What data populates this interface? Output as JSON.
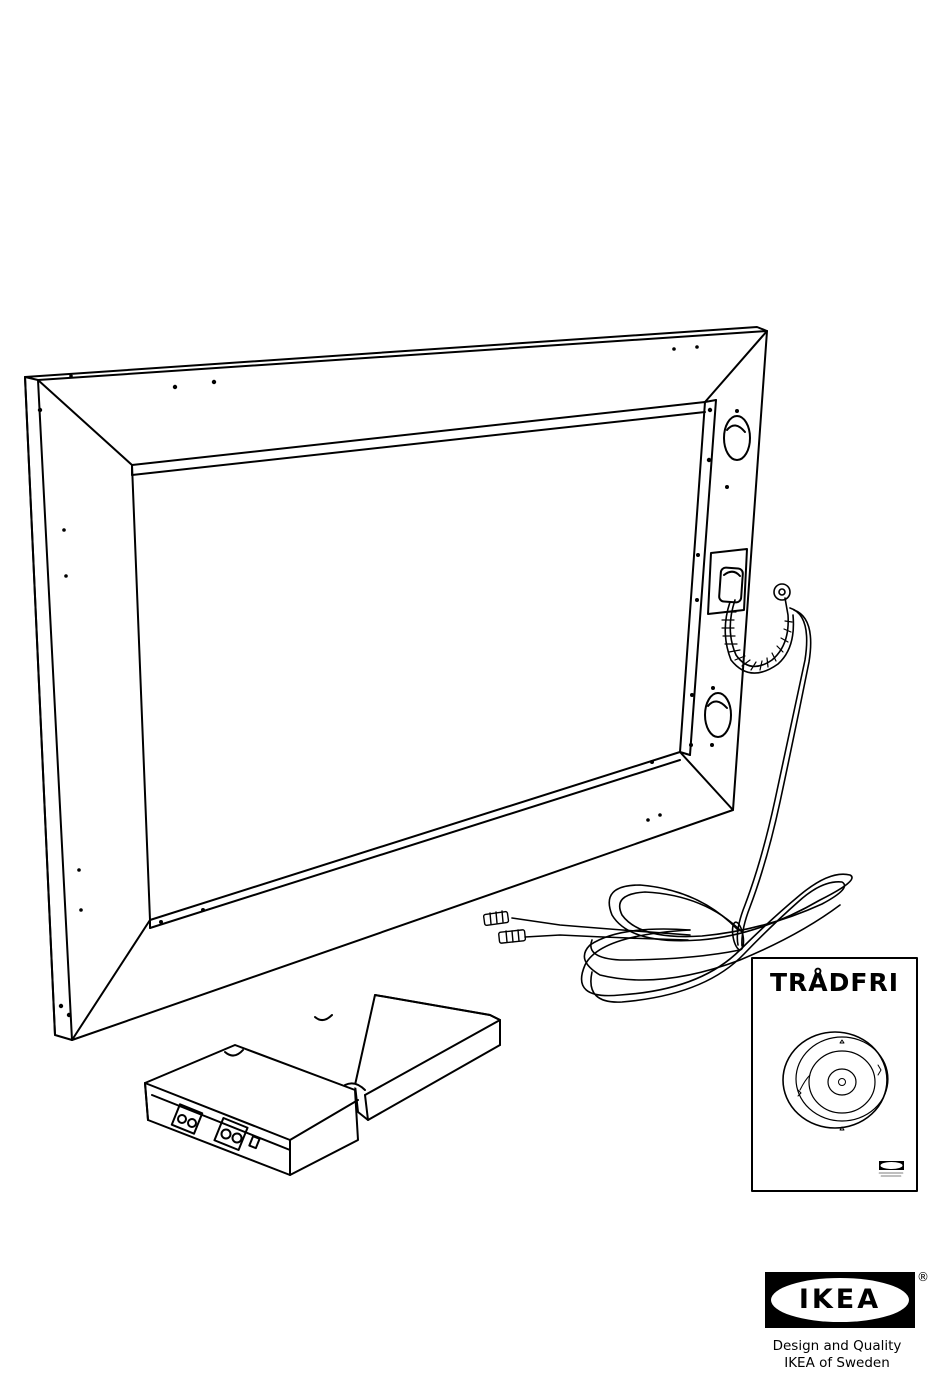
{
  "booklet": {
    "title": "TRÅDFRI"
  },
  "brand": {
    "logo_text": "IKEA",
    "registered_mark": "®",
    "tagline_line1": "Design and Quality",
    "tagline_line2": "IKEA of Sweden"
  },
  "colors": {
    "line": "#000000",
    "background": "#ffffff"
  },
  "icons": [
    "mirror-frame-illustration",
    "led-driver-illustration",
    "cable-illustration",
    "remote-control-illustration"
  ]
}
